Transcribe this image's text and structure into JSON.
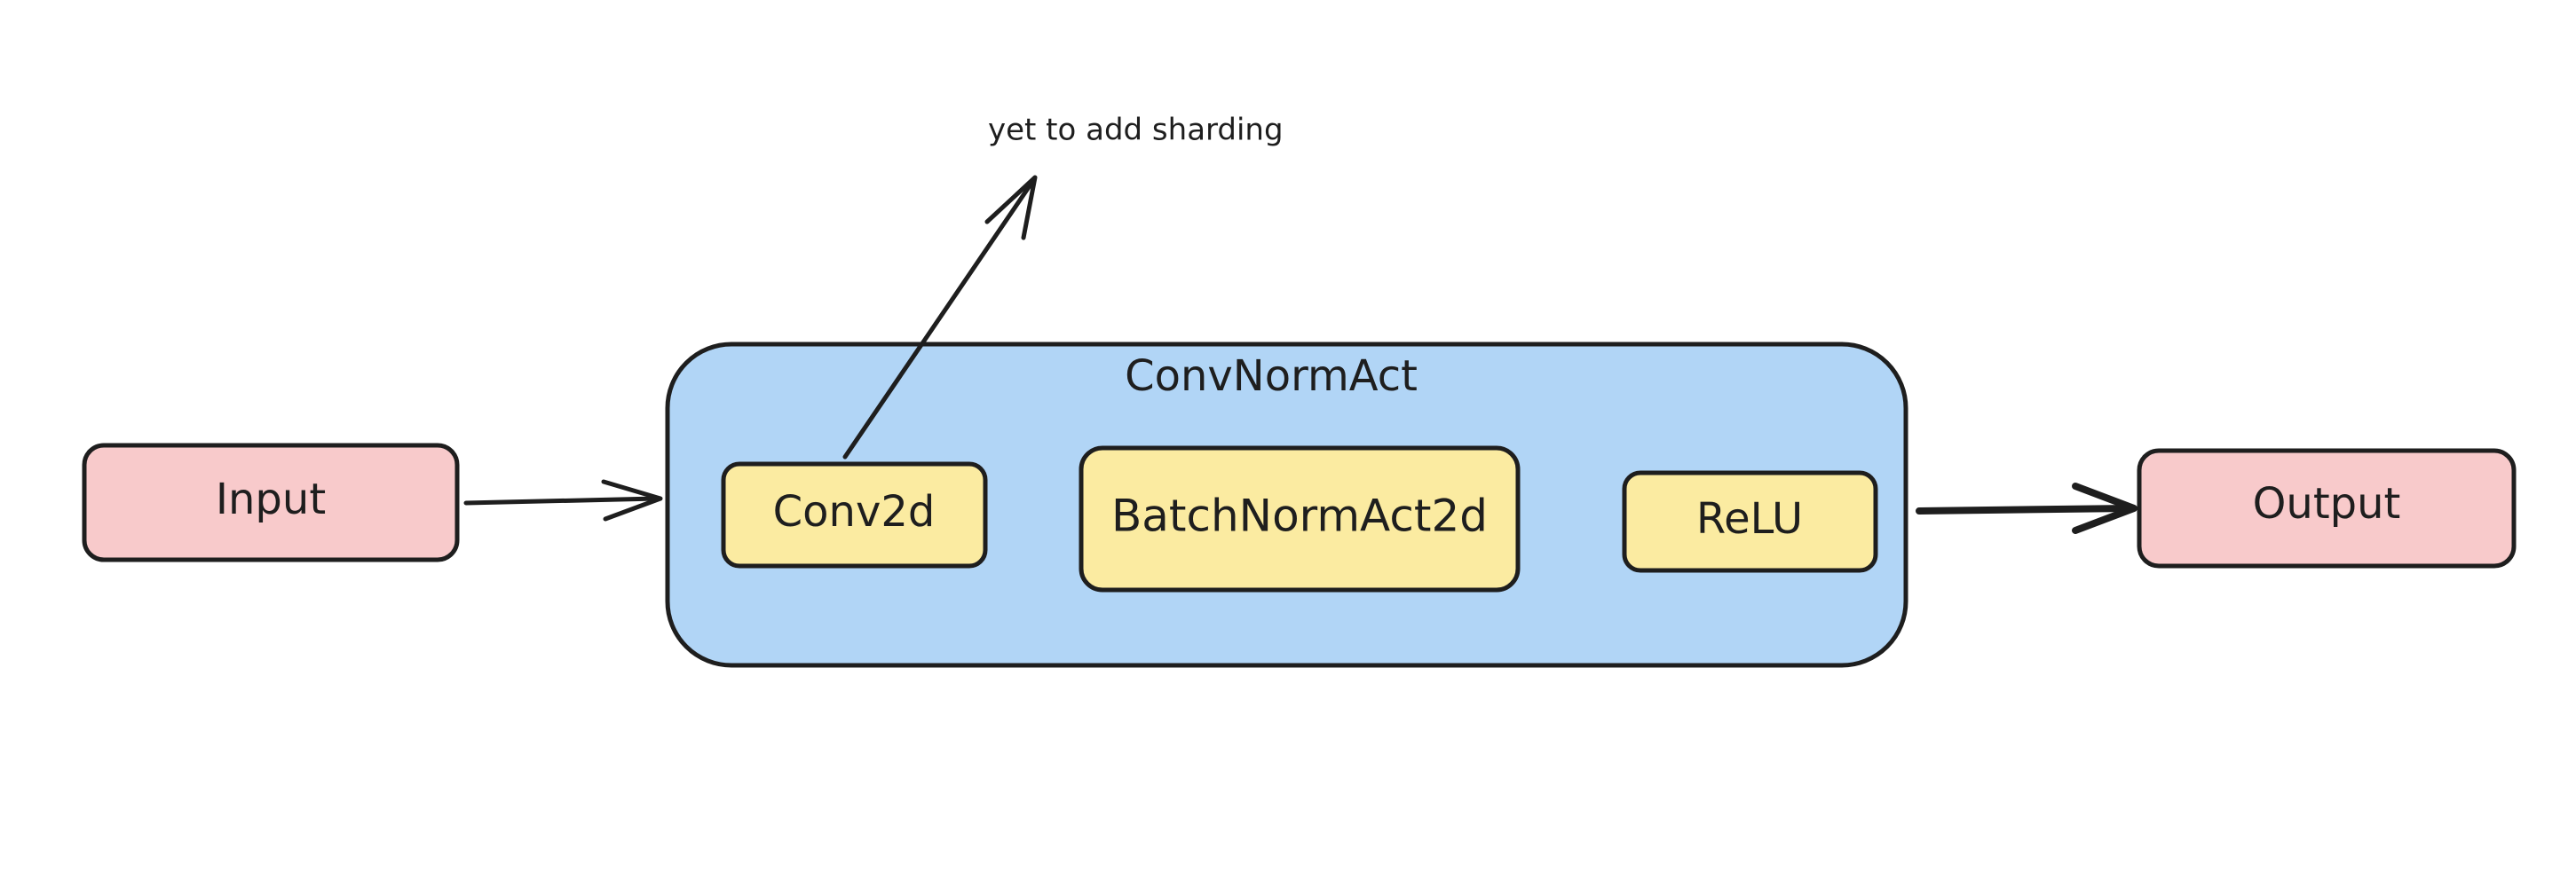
{
  "nodes": {
    "input": {
      "label": "Input"
    },
    "output": {
      "label": "Output"
    },
    "group": {
      "label": "ConvNormAct"
    },
    "conv2d": {
      "label": "Conv2d"
    },
    "batchnorm": {
      "label": "BatchNormAct2d"
    },
    "relu": {
      "label": "ReLU"
    }
  },
  "annotation": {
    "text": "yet to add sharding"
  },
  "colors": {
    "io_fill": "#f8cacb",
    "group_fill": "#b1d5f6",
    "layer_fill": "#fbeba1",
    "stroke": "#1e1e1e",
    "background": "#ffffff"
  }
}
